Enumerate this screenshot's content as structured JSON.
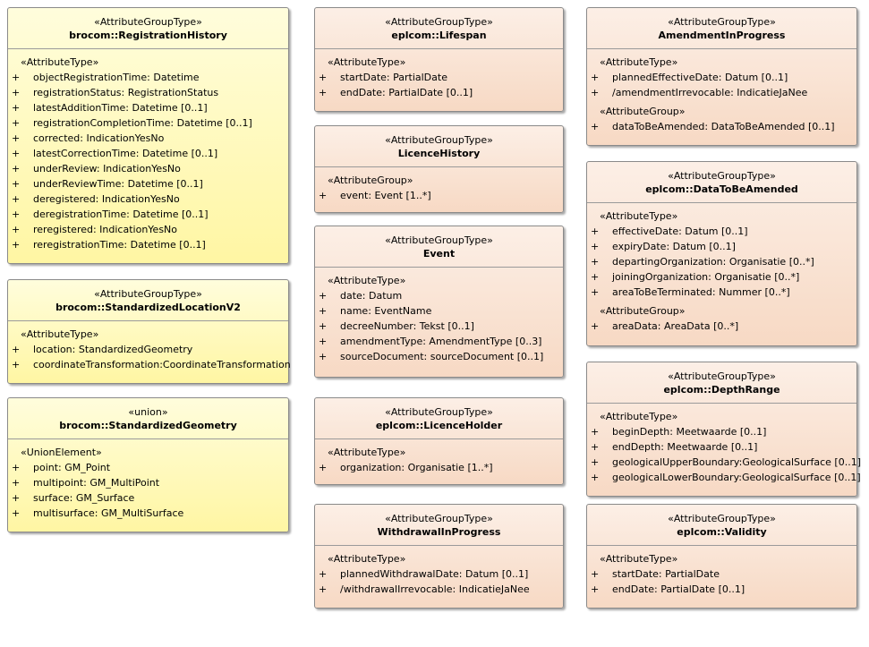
{
  "boxes": [
    {
      "id": "registration-history",
      "stereotype": "«AttributeGroupType»",
      "name": "brocom::RegistrationHistory",
      "sections": [
        {
          "label": "«AttributeType»",
          "attributes": [
            {
              "vis": "+",
              "text": "objectRegistrationTime: Datetime"
            },
            {
              "vis": "+",
              "text": "registrationStatus: RegistrationStatus"
            },
            {
              "vis": "+",
              "text": "latestAdditionTime: Datetime [0..1]"
            },
            {
              "vis": "+",
              "text": "registrationCompletionTime: Datetime [0..1]"
            },
            {
              "vis": "+",
              "text": "corrected: IndicationYesNo"
            },
            {
              "vis": "+",
              "text": "latestCorrectionTime: Datetime [0..1]"
            },
            {
              "vis": "+",
              "text": "underReview: IndicationYesNo"
            },
            {
              "vis": "+",
              "text": "underReviewTime: Datetime [0..1]"
            },
            {
              "vis": "+",
              "text": "deregistered: IndicationYesNo"
            },
            {
              "vis": "+",
              "text": "deregistrationTime: Datetime [0..1]"
            },
            {
              "vis": "+",
              "text": "reregistered: IndicationYesNo"
            },
            {
              "vis": "+",
              "text": "reregistrationTime: Datetime [0..1]"
            }
          ]
        }
      ]
    },
    {
      "id": "standardized-location-v2",
      "stereotype": "«AttributeGroupType»",
      "name": "brocom::StandardizedLocationV2",
      "sections": [
        {
          "label": "«AttributeType»",
          "attributes": [
            {
              "vis": "+",
              "text": "location: StandardizedGeometry"
            },
            {
              "vis": "+",
              "text": "coordinateTransformation:CoordinateTransformation"
            }
          ]
        }
      ]
    },
    {
      "id": "standardized-geometry",
      "stereotype": "«union»",
      "name": "brocom::StandardizedGeometry",
      "sections": [
        {
          "label": "«UnionElement»",
          "attributes": [
            {
              "vis": "+",
              "text": "point: GM_Point"
            },
            {
              "vis": "+",
              "text": "multipoint: GM_MultiPoint"
            },
            {
              "vis": "+",
              "text": "surface: GM_Surface"
            },
            {
              "vis": "+",
              "text": "multisurface: GM_MultiSurface"
            }
          ]
        }
      ]
    },
    {
      "id": "lifespan",
      "stereotype": "«AttributeGroupType»",
      "name": "eplcom::Lifespan",
      "sections": [
        {
          "label": "«AttributeType»",
          "attributes": [
            {
              "vis": "+",
              "text": "startDate: PartialDate"
            },
            {
              "vis": "+",
              "text": "endDate: PartialDate [0..1]"
            }
          ]
        }
      ]
    },
    {
      "id": "licence-history",
      "stereotype": "«AttributeGroupType»",
      "name": "LicenceHistory",
      "sections": [
        {
          "label": "«AttributeGroup»",
          "attributes": [
            {
              "vis": "+",
              "text": "event: Event [1..*]"
            }
          ]
        }
      ]
    },
    {
      "id": "event",
      "stereotype": "«AttributeGroupType»",
      "name": "Event",
      "sections": [
        {
          "label": "«AttributeType»",
          "attributes": [
            {
              "vis": "+",
              "text": "date: Datum"
            },
            {
              "vis": "+",
              "text": "name: EventName"
            },
            {
              "vis": "+",
              "text": "decreeNumber: Tekst [0..1]"
            },
            {
              "vis": "+",
              "text": "amendmentType: AmendmentType [0..3]"
            },
            {
              "vis": "+",
              "text": "sourceDocument: sourceDocument [0..1]"
            }
          ]
        }
      ]
    },
    {
      "id": "licence-holder",
      "stereotype": "«AttributeGroupType»",
      "name": "eplcom::LicenceHolder",
      "sections": [
        {
          "label": "«AttributeType»",
          "attributes": [
            {
              "vis": "+",
              "text": "organization: Organisatie [1..*]"
            }
          ]
        }
      ]
    },
    {
      "id": "withdrawal-in-progress",
      "stereotype": "«AttributeGroupType»",
      "name": "WithdrawalInProgress",
      "sections": [
        {
          "label": "«AttributeType»",
          "attributes": [
            {
              "vis": "+",
              "text": "plannedWithdrawalDate: Datum [0..1]"
            },
            {
              "vis": "+",
              "text": "/withdrawalIrrevocable: IndicatieJaNee"
            }
          ]
        }
      ]
    },
    {
      "id": "amendment-in-progress",
      "stereotype": "«AttributeGroupType»",
      "name": "AmendmentInProgress",
      "sections": [
        {
          "label": "«AttributeType»",
          "attributes": [
            {
              "vis": "+",
              "text": "plannedEffectiveDate: Datum [0..1]"
            },
            {
              "vis": "+",
              "text": "/amendmentIrrevocable: IndicatieJaNee"
            }
          ]
        },
        {
          "label": "«AttributeGroup»",
          "attributes": [
            {
              "vis": "+",
              "text": "dataToBeAmended: DataToBeAmended [0..1]"
            }
          ]
        }
      ]
    },
    {
      "id": "data-to-be-amended",
      "stereotype": "«AttributeGroupType»",
      "name": "eplcom::DataToBeAmended",
      "sections": [
        {
          "label": "«AttributeType»",
          "attributes": [
            {
              "vis": "+",
              "text": "effectiveDate: Datum [0..1]"
            },
            {
              "vis": "+",
              "text": "expiryDate: Datum [0..1]"
            },
            {
              "vis": "+",
              "text": "departingOrganization: Organisatie [0..*]"
            },
            {
              "vis": "+",
              "text": "joiningOrganization: Organisatie [0..*]"
            },
            {
              "vis": "+",
              "text": "areaToBeTerminated: Nummer [0..*]"
            }
          ]
        },
        {
          "label": "«AttributeGroup»",
          "attributes": [
            {
              "vis": "+",
              "text": "areaData: AreaData [0..*]"
            }
          ]
        }
      ]
    },
    {
      "id": "depth-range",
      "stereotype": "«AttributeGroupType»",
      "name": "eplcom::DepthRange",
      "sections": [
        {
          "label": "«AttributeType»",
          "attributes": [
            {
              "vis": "+",
              "text": "beginDepth: Meetwaarde [0..1]"
            },
            {
              "vis": "+",
              "text": "endDepth: Meetwaarde [0..1]"
            },
            {
              "vis": "+",
              "text": "geologicalUpperBoundary:GeologicalSurface [0..1]"
            },
            {
              "vis": "+",
              "text": "geologicalLowerBoundary:GeologicalSurface [0..1]"
            }
          ]
        }
      ]
    },
    {
      "id": "validity",
      "stereotype": "«AttributeGroupType»",
      "name": "eplcom::Validity",
      "sections": [
        {
          "label": "«AttributeType»",
          "attributes": [
            {
              "vis": "+",
              "text": "startDate: PartialDate"
            },
            {
              "vis": "+",
              "text": "endDate: PartialDate [0..1]"
            }
          ]
        }
      ]
    }
  ]
}
